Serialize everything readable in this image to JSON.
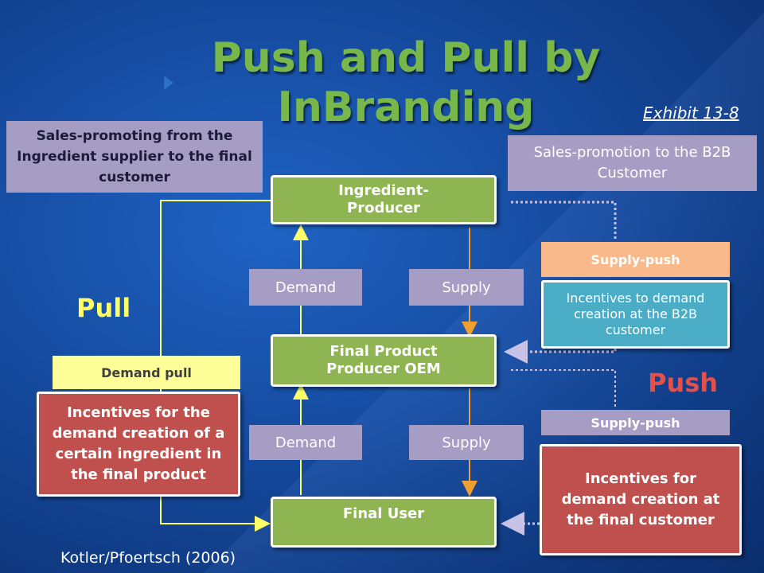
{
  "slide": {
    "title": "Push and Pull by InBranding",
    "exhibit": "Exhibit 13-8",
    "citation": "Kotler/Pfoertsch (2006)"
  },
  "nodes": {
    "ingredient_producer": "Ingredient-Producer",
    "final_product_producer": "Final Product Producer OEM",
    "final_user": "Final User"
  },
  "flows": {
    "demand_top": "Demand",
    "supply_top": "Supply",
    "demand_bottom": "Demand",
    "supply_bottom": "Supply"
  },
  "left": {
    "sales_promoting": "Sales-promoting from the Ingredient supplier to the final customer",
    "pull_label": "Pull",
    "demand_pull": "Demand pull",
    "incentives": "Incentives for the demand creation of a certain ingredient in the final product"
  },
  "right": {
    "sales_promotion": "Sales-promotion to the B2B Customer",
    "supply_push_top": "Supply-push",
    "incentives_b2b": "Incentives to demand creation at the B2B customer",
    "push_label": "Push",
    "supply_push_bottom": "Supply-push",
    "incentives_final": "Incentives for demand creation at the final customer"
  },
  "colors": {
    "title": "#78b84a",
    "pull": "#ffff66",
    "push": "#e0504d",
    "solid_line": "#ffff66",
    "dotted_line": "#c8c2e6"
  }
}
